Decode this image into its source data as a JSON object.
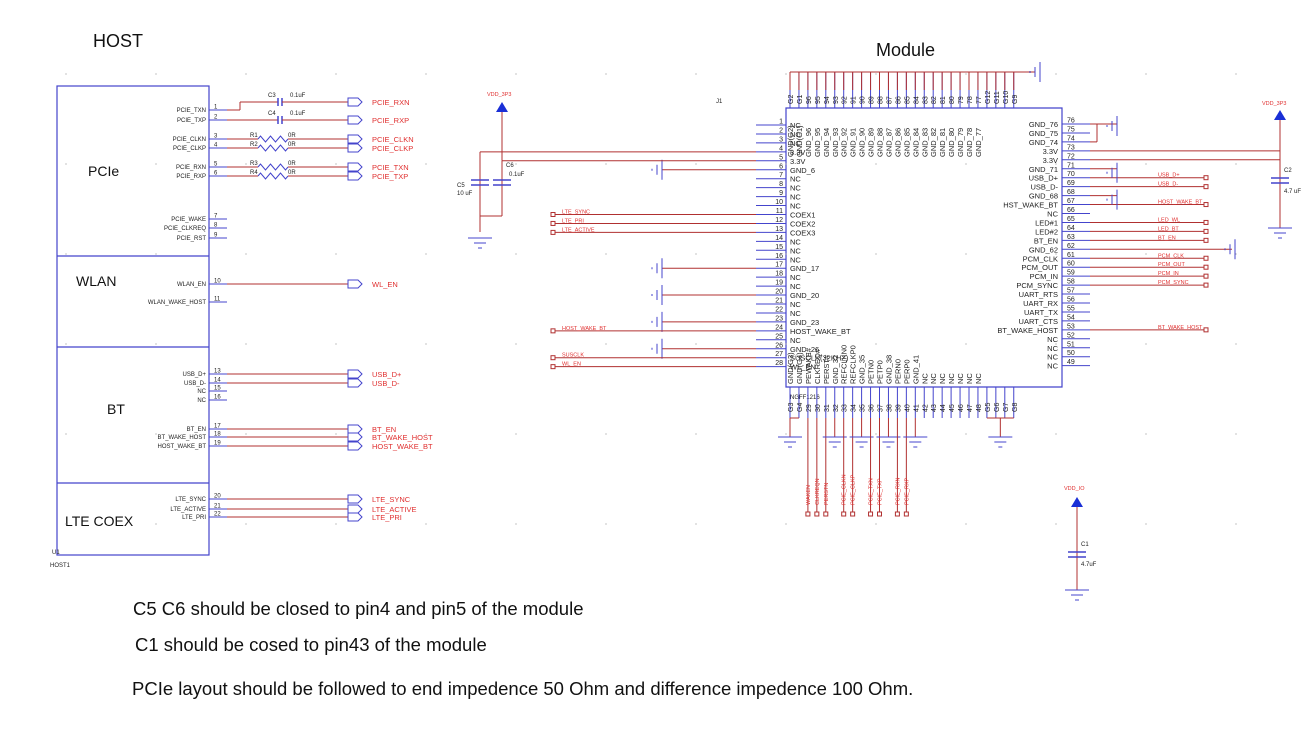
{
  "titles": {
    "host": "HOST",
    "module": "Module"
  },
  "colors": {
    "wire": "#b03030",
    "pin": "#4444cc",
    "net": "#e03030",
    "power": "#1a2fd6",
    "text": "#111111"
  },
  "host": {
    "ref": "U1",
    "name": "HOST1",
    "blocks": [
      {
        "name": "PCIe"
      },
      {
        "name": "WLAN"
      },
      {
        "name": "BT"
      },
      {
        "name": "LTE COEX"
      }
    ],
    "pins": [
      {
        "num": "1",
        "label": "PCIE_TXN",
        "net": "PCIE_RXN",
        "part": "C3",
        "value": "0.1uF",
        "kind": "cap"
      },
      {
        "num": "2",
        "label": "PCIE_TXP",
        "net": "PCIE_RXP",
        "part": "C4",
        "value": "0.1uF",
        "kind": "cap"
      },
      {
        "num": "3",
        "label": "PCIE_CLKN",
        "net": "PCIE_CLKN",
        "part": "R1",
        "value": "0R",
        "kind": "res"
      },
      {
        "num": "4",
        "label": "PCIE_CLKP",
        "net": "PCIE_CLKP",
        "part": "R2",
        "value": "0R",
        "kind": "res"
      },
      {
        "num": "5",
        "label": "PCIE_RXN",
        "net": "PCIE_TXN",
        "part": "R3",
        "value": "0R",
        "kind": "res"
      },
      {
        "num": "6",
        "label": "PCIE_RXP",
        "net": "PCIE_TXP",
        "part": "R4",
        "value": "0R",
        "kind": "res"
      },
      {
        "num": "7",
        "label": "PCIE_WAKE",
        "net": ""
      },
      {
        "num": "8",
        "label": "PCIE_CLKREQ",
        "net": ""
      },
      {
        "num": "9",
        "label": "PCIE_RST",
        "net": ""
      },
      {
        "num": "10",
        "label": "WLAN_EN",
        "net": "WL_EN"
      },
      {
        "num": "11",
        "label": "WLAN_WAKE_HOST",
        "net": ""
      },
      {
        "num": "13",
        "label": "USB_D+",
        "net": "USB_D+"
      },
      {
        "num": "14",
        "label": "USB_D-",
        "net": "USB_D-"
      },
      {
        "num": "15",
        "label": "NC",
        "net": ""
      },
      {
        "num": "16",
        "label": "NC",
        "net": ""
      },
      {
        "num": "17",
        "label": "BT_EN",
        "net": "BT_EN"
      },
      {
        "num": "18",
        "label": "BT_WAKE_HOST",
        "net": "BT_WAKE_HOST"
      },
      {
        "num": "19",
        "label": "HOST_WAKE_BT",
        "net": "HOST_WAKE_BT"
      },
      {
        "num": "20",
        "label": "LTE_SYNC",
        "net": "LTE_SYNC"
      },
      {
        "num": "21",
        "label": "LTE_ACTIVE",
        "net": "LTE_ACTIVE"
      },
      {
        "num": "22",
        "label": "LTE_PRI",
        "net": "LTE_PRI"
      }
    ]
  },
  "power": {
    "left": {
      "net": "VDD_3P3",
      "caps": [
        {
          "ref": "C5",
          "value": "10 uF"
        },
        {
          "ref": "C6",
          "value": "0.1uF"
        }
      ]
    },
    "right": {
      "net": "VDD_3P3",
      "cap": {
        "ref": "C2",
        "value": "4.7 uF"
      }
    },
    "io": {
      "net": "VDD_IO",
      "cap": {
        "ref": "C1",
        "value": "4.7uF"
      }
    }
  },
  "module": {
    "ref": "J1",
    "part": "NGFF1216",
    "left_pins": [
      {
        "num": "1",
        "label": "NC"
      },
      {
        "num": "2",
        "label": "NC"
      },
      {
        "num": "3",
        "label": "NC"
      },
      {
        "num": "4",
        "label": "3.3V"
      },
      {
        "num": "5",
        "label": "3.3V"
      },
      {
        "num": "6",
        "label": "GND_6"
      },
      {
        "num": "7",
        "label": "NC"
      },
      {
        "num": "8",
        "label": "NC"
      },
      {
        "num": "9",
        "label": "NC"
      },
      {
        "num": "10",
        "label": "NC"
      },
      {
        "num": "11",
        "label": "COEX1",
        "net": "LTE_SYNC"
      },
      {
        "num": "12",
        "label": "COEX2",
        "net": "LTE_PRI"
      },
      {
        "num": "13",
        "label": "COEX3",
        "net": "LTE_ACTIVE"
      },
      {
        "num": "14",
        "label": "NC"
      },
      {
        "num": "15",
        "label": "NC"
      },
      {
        "num": "16",
        "label": "NC"
      },
      {
        "num": "17",
        "label": "GND_17"
      },
      {
        "num": "18",
        "label": "NC"
      },
      {
        "num": "19",
        "label": "NC"
      },
      {
        "num": "20",
        "label": "GND_20"
      },
      {
        "num": "21",
        "label": "NC"
      },
      {
        "num": "22",
        "label": "NC"
      },
      {
        "num": "23",
        "label": "GND_23"
      },
      {
        "num": "24",
        "label": "HOST_WAKE_BT",
        "net": "HOST_WAKE_BT"
      },
      {
        "num": "25",
        "label": "NC"
      },
      {
        "num": "26",
        "label": "GND_26"
      },
      {
        "num": "27",
        "label": "SUSCLK(32KHZ)",
        "net": "SUSCLK"
      },
      {
        "num": "28",
        "label": "WL_EN",
        "net": "WL_EN"
      }
    ],
    "right_pins": [
      {
        "num": "76",
        "label": "GND_76"
      },
      {
        "num": "75",
        "label": "GND_75"
      },
      {
        "num": "74",
        "label": "GND_74"
      },
      {
        "num": "73",
        "label": "3.3V"
      },
      {
        "num": "72",
        "label": "3.3V"
      },
      {
        "num": "71",
        "label": "GND_71"
      },
      {
        "num": "70",
        "label": "USB_D+",
        "net": "USB_D+"
      },
      {
        "num": "69",
        "label": "USB_D-",
        "net": "USB_D-"
      },
      {
        "num": "68",
        "label": "GND_68"
      },
      {
        "num": "67",
        "label": "HST_WAKE_BT",
        "net": "HOST_WAKE_BT"
      },
      {
        "num": "66",
        "label": "NC"
      },
      {
        "num": "65",
        "label": "LED#1",
        "net": "LED_WL"
      },
      {
        "num": "64",
        "label": "LED#2",
        "net": "LED_BT"
      },
      {
        "num": "63",
        "label": "BT_EN",
        "net": "BT_EN"
      },
      {
        "num": "62",
        "label": "GND_62"
      },
      {
        "num": "61",
        "label": "PCM_CLK",
        "net": "PCM_CLK"
      },
      {
        "num": "60",
        "label": "PCM_OUT",
        "net": "PCM_OUT"
      },
      {
        "num": "59",
        "label": "PCM_IN",
        "net": "PCM_IN"
      },
      {
        "num": "58",
        "label": "PCM_SYNC",
        "net": "PCM_SYNC"
      },
      {
        "num": "57",
        "label": "UART_RTS"
      },
      {
        "num": "56",
        "label": "UART_RX"
      },
      {
        "num": "55",
        "label": "UART_TX"
      },
      {
        "num": "54",
        "label": "UART_CTS"
      },
      {
        "num": "53",
        "label": "BT_WAKE_HOST",
        "net": "BT_WAKE_HOST"
      },
      {
        "num": "52",
        "label": "NC"
      },
      {
        "num": "51",
        "label": "NC"
      },
      {
        "num": "50",
        "label": "NC"
      },
      {
        "num": "49",
        "label": "NC"
      }
    ],
    "top_pins": [
      {
        "num": "G2",
        "label": "GND(G2)"
      },
      {
        "num": "G1",
        "label": "GND(G1)"
      },
      {
        "num": "96",
        "label": "GND_96"
      },
      {
        "num": "95",
        "label": "GND_95"
      },
      {
        "num": "94",
        "label": "GND_94"
      },
      {
        "num": "93",
        "label": "GND_93"
      },
      {
        "num": "92",
        "label": "GND_92"
      },
      {
        "num": "91",
        "label": "GND_91"
      },
      {
        "num": "90",
        "label": "GND_90"
      },
      {
        "num": "89",
        "label": "GND_89"
      },
      {
        "num": "88",
        "label": "GND_88"
      },
      {
        "num": "87",
        "label": "GND_87"
      },
      {
        "num": "86",
        "label": "GND_86"
      },
      {
        "num": "85",
        "label": "GND_85"
      },
      {
        "num": "84",
        "label": "GND_84"
      },
      {
        "num": "83",
        "label": "GND_83"
      },
      {
        "num": "82",
        "label": "GND_82"
      },
      {
        "num": "81",
        "label": "GND_81"
      },
      {
        "num": "80",
        "label": "GND_80"
      },
      {
        "num": "79",
        "label": "GND_79"
      },
      {
        "num": "78",
        "label": "GND_78"
      },
      {
        "num": "77",
        "label": "GND_77"
      },
      {
        "num": "G12",
        "label": ""
      },
      {
        "num": "G11",
        "label": ""
      },
      {
        "num": "G10",
        "label": ""
      },
      {
        "num": "G9",
        "label": ""
      }
    ],
    "bottom_pins": [
      {
        "num": "G3",
        "label": "GND(G3)"
      },
      {
        "num": "G4",
        "label": "GND(G4)"
      },
      {
        "num": "29",
        "label": "PEWAKE#",
        "net": "WAKEN"
      },
      {
        "num": "30",
        "label": "CLKREQ#",
        "net": "CLKREQN"
      },
      {
        "num": "31",
        "label": "PERST#",
        "net": "PERSTN"
      },
      {
        "num": "32",
        "label": "GND_32"
      },
      {
        "num": "33",
        "label": "REFCLKN0",
        "net": "PCIE_CLKN"
      },
      {
        "num": "34",
        "label": "REFCLKP0",
        "net": "PCIE_CLKP"
      },
      {
        "num": "35",
        "label": "GND_35"
      },
      {
        "num": "36",
        "label": "PETN0",
        "net": "PCIE_TXN"
      },
      {
        "num": "37",
        "label": "PETP0",
        "net": "PCIE_TXP"
      },
      {
        "num": "38",
        "label": "GND_38"
      },
      {
        "num": "39",
        "label": "PERN0",
        "net": "PCIE_RXN"
      },
      {
        "num": "40",
        "label": "PERP0",
        "net": "PCIE_RXP"
      },
      {
        "num": "41",
        "label": "GND_41"
      },
      {
        "num": "42",
        "label": "NC"
      },
      {
        "num": "43",
        "label": "NC"
      },
      {
        "num": "44",
        "label": "NC"
      },
      {
        "num": "45",
        "label": "NC"
      },
      {
        "num": "46",
        "label": "NC"
      },
      {
        "num": "47",
        "label": "NC"
      },
      {
        "num": "48",
        "label": "NC"
      },
      {
        "num": "G5",
        "label": ""
      },
      {
        "num": "G6",
        "label": ""
      },
      {
        "num": "G7",
        "label": ""
      },
      {
        "num": "G8",
        "label": ""
      }
    ]
  },
  "notes": [
    "C5 C6 should be closed to pin4 and pin5 of the  module",
    "C1 should be cosed to pin43 of the  module",
    "PCIe layout should be followed to end impedence 50 Ohm and difference impedence 100 Ohm."
  ]
}
